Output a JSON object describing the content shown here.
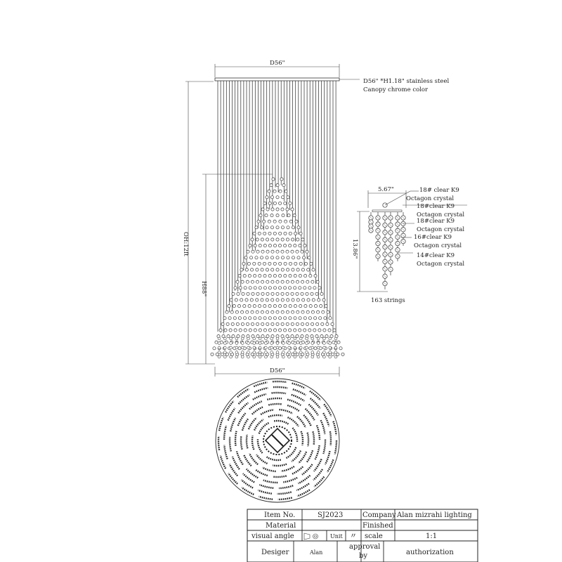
{
  "drawing": {
    "canopy_width_label": "D56\"",
    "canopy_note_line1": "D56\" *H1.18\" stainless steel",
    "canopy_note_line2": "Canopy chrome color",
    "overall_height_label": "OH:12ft",
    "body_height_label": "H88\"",
    "bottom_width_label": "D56\""
  },
  "detail": {
    "width_label": "5.67\"",
    "height_label": "13.86\"",
    "strings_label": "163 strings",
    "callouts": [
      {
        "line1": "18# clear K9",
        "line2": "Octagon crystal"
      },
      {
        "line1": "18#clear K9",
        "line2": "Octagon crystal"
      },
      {
        "line1": "18#clear K9",
        "line2": "Octagon crystal"
      },
      {
        "line1": "16#clear K9",
        "line2": "Octagon crystal"
      },
      {
        "line1": "14#clear K9",
        "line2": "Octagon crystal"
      }
    ]
  },
  "title_block": {
    "item_no_label": "Item No.",
    "item_no_value": "SJ2023",
    "company_label": "Company",
    "company_value": "Alan mizrahi lighting",
    "material_label": "Material",
    "finished_label": "Finished",
    "visual_angle_label": "visual angle",
    "unit_label": "Unit",
    "unit_value": "〃",
    "scale_label": "scale",
    "scale_value": "1:1",
    "designer_label": "Desiger",
    "designer_value": "Alan",
    "approval_line1": "approval",
    "approval_line2": "by",
    "authorization_label": "authorization"
  }
}
